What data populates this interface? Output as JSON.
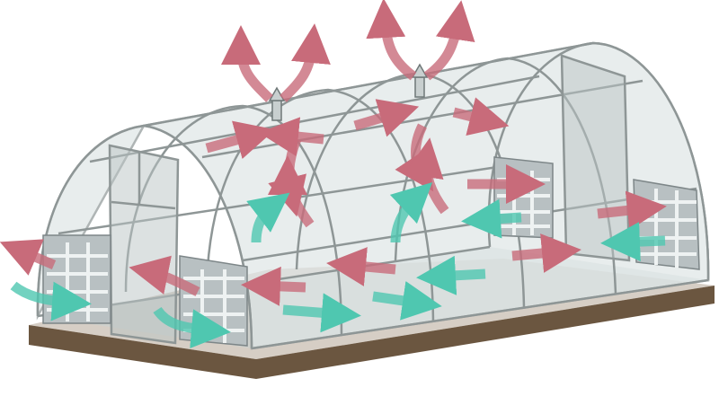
{
  "colors": {
    "warm_air": "#c86b7a",
    "cool_air": "#4fc7b0",
    "base": "#6b5640",
    "base_top": "#8a7258",
    "frame": "#8e9696",
    "film": "#dfe6e6",
    "vent_panel": "#b8c0c2"
  },
  "arrows": {
    "warm": [
      {
        "kind": "exhaust"
      },
      {
        "kind": "exhaust"
      },
      {
        "kind": "exhaust"
      },
      {
        "kind": "exhaust"
      },
      {
        "kind": "internal"
      },
      {
        "kind": "internal"
      },
      {
        "kind": "internal"
      },
      {
        "kind": "internal"
      },
      {
        "kind": "internal"
      },
      {
        "kind": "internal"
      },
      {
        "kind": "internal"
      },
      {
        "kind": "internal"
      },
      {
        "kind": "internal"
      },
      {
        "kind": "internal"
      },
      {
        "kind": "internal"
      },
      {
        "kind": "internal"
      },
      {
        "kind": "internal"
      },
      {
        "kind": "internal"
      },
      {
        "kind": "out"
      }
    ],
    "cool": [
      {
        "kind": "in"
      },
      {
        "kind": "in"
      },
      {
        "kind": "up"
      },
      {
        "kind": "up"
      },
      {
        "kind": "floor"
      },
      {
        "kind": "floor"
      },
      {
        "kind": "floor"
      },
      {
        "kind": "side"
      },
      {
        "kind": "side"
      }
    ]
  }
}
